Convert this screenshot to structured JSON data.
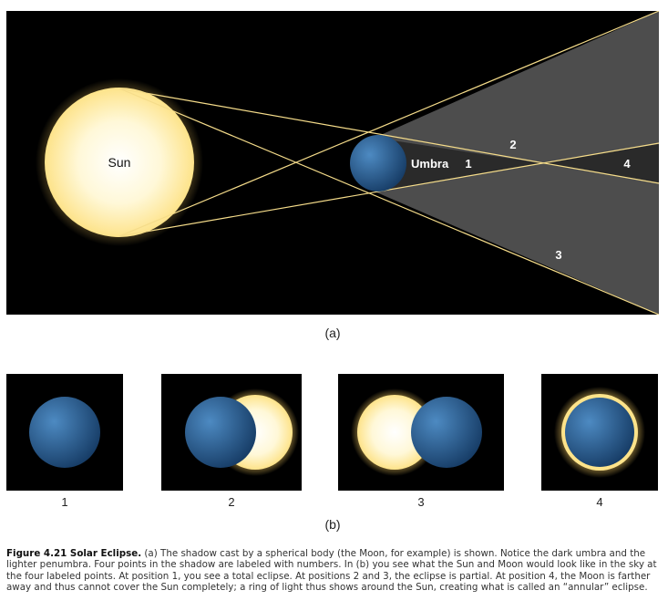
{
  "diagram": {
    "sun_label": "Sun",
    "umbra_label": "Umbra",
    "point_labels": [
      "1",
      "2",
      "3",
      "4"
    ],
    "part_a_label": "(a)",
    "part_b_label": "(b)"
  },
  "panels": [
    {
      "number": "1"
    },
    {
      "number": "2"
    },
    {
      "number": "3"
    },
    {
      "number": "4"
    }
  ],
  "caption": {
    "title": "Figure 4.21 Solar Eclipse.",
    "text": "(a) The shadow cast by a spherical body (the Moon, for example) is shown. Notice the dark umbra and the lighter penumbra. Four points in the shadow are labeled with numbers. In (b) you see what the Sun and Moon would look like in the sky at the four labeled points. At position 1, you see a total eclipse. At positions 2 and 3, the eclipse is partial. At position 4, the Moon is farther away and thus cannot cover the Sun completely; a ring of light thus shows around the Sun, creating what is called an “annular” eclipse."
  },
  "colors": {
    "sky": "#000000",
    "sun_core": "#ffffff",
    "sun_edge": "#fde38a",
    "moon_light": "#4d8ac2",
    "moon_dark": "#173d67",
    "penumbra": "#4d4d4d",
    "umbra": "#262626",
    "ray": "#f5dc8a"
  }
}
